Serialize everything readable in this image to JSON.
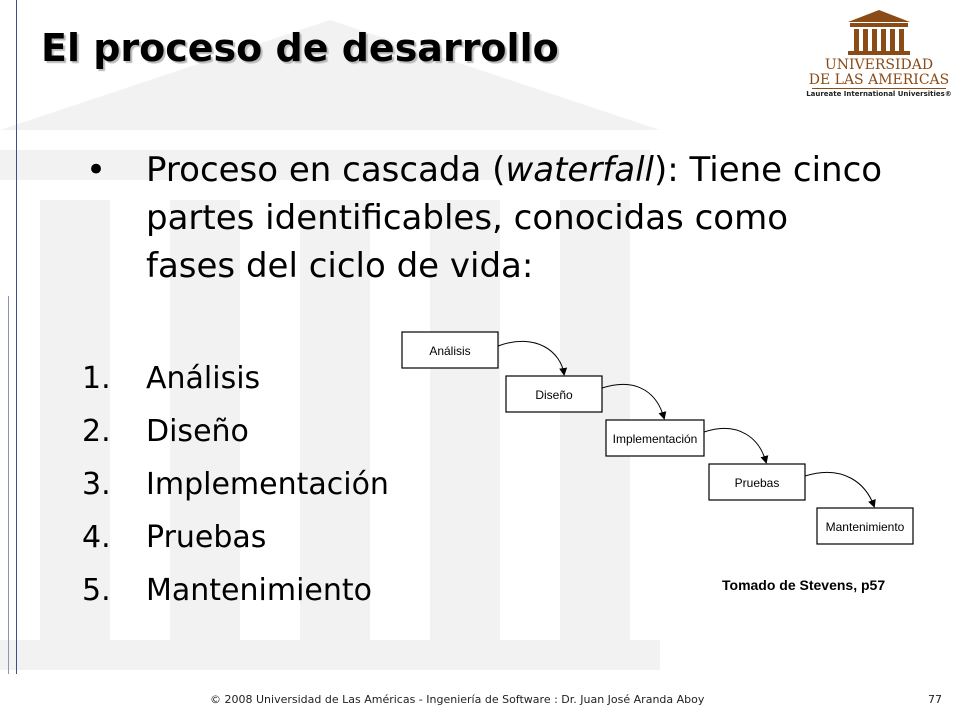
{
  "slide": {
    "title": "El proceso de desarrollo",
    "bullet": {
      "text_before": "Proceso en cascada (",
      "text_emph": "waterfall",
      "text_after": "): Tiene cinco partes identificables, conocidas como fases del ciclo de vida:"
    },
    "list": [
      {
        "num": "1.",
        "label": "Análisis"
      },
      {
        "num": "2.",
        "label": "Diseño"
      },
      {
        "num": "3.",
        "label": "Implementación"
      },
      {
        "num": "4.",
        "label": "Pruebas"
      },
      {
        "num": "5.",
        "label": "Mantenimiento"
      }
    ],
    "diagram": {
      "phases": [
        "Análisis",
        "Diseño",
        "Implementación",
        "Pruebas",
        "Mantenimiento"
      ]
    },
    "caption": "Tomado de Stevens, p57"
  },
  "logo": {
    "line1": "UNIVERSIDAD",
    "line2": "DE LAS AMERICAS",
    "line3": "Laureate International Universities®",
    "color": "#8a4b17"
  },
  "footer": {
    "text": "© 2008 Universidad de  Las Américas  - Ingeniería de Software : Dr. Juan José Aranda Aboy",
    "page_number": "77"
  }
}
